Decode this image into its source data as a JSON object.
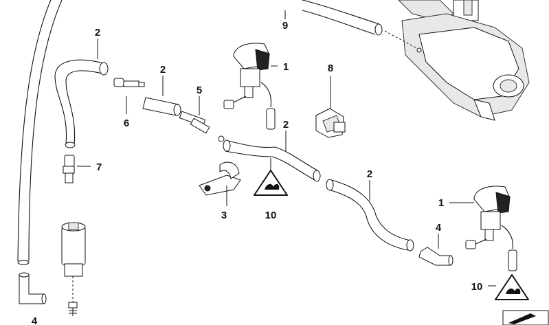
{
  "callouts": {
    "c1a": "1",
    "c1b": "1",
    "c2a": "2",
    "c2b": "2",
    "c2c": "2",
    "c2d": "2",
    "c3": "3",
    "c4a": "4",
    "c4b": "4",
    "c5": "5",
    "c6": "6",
    "c7": "7",
    "c8": "8",
    "c9": "9",
    "c10a": "10",
    "c10b": "10"
  }
}
